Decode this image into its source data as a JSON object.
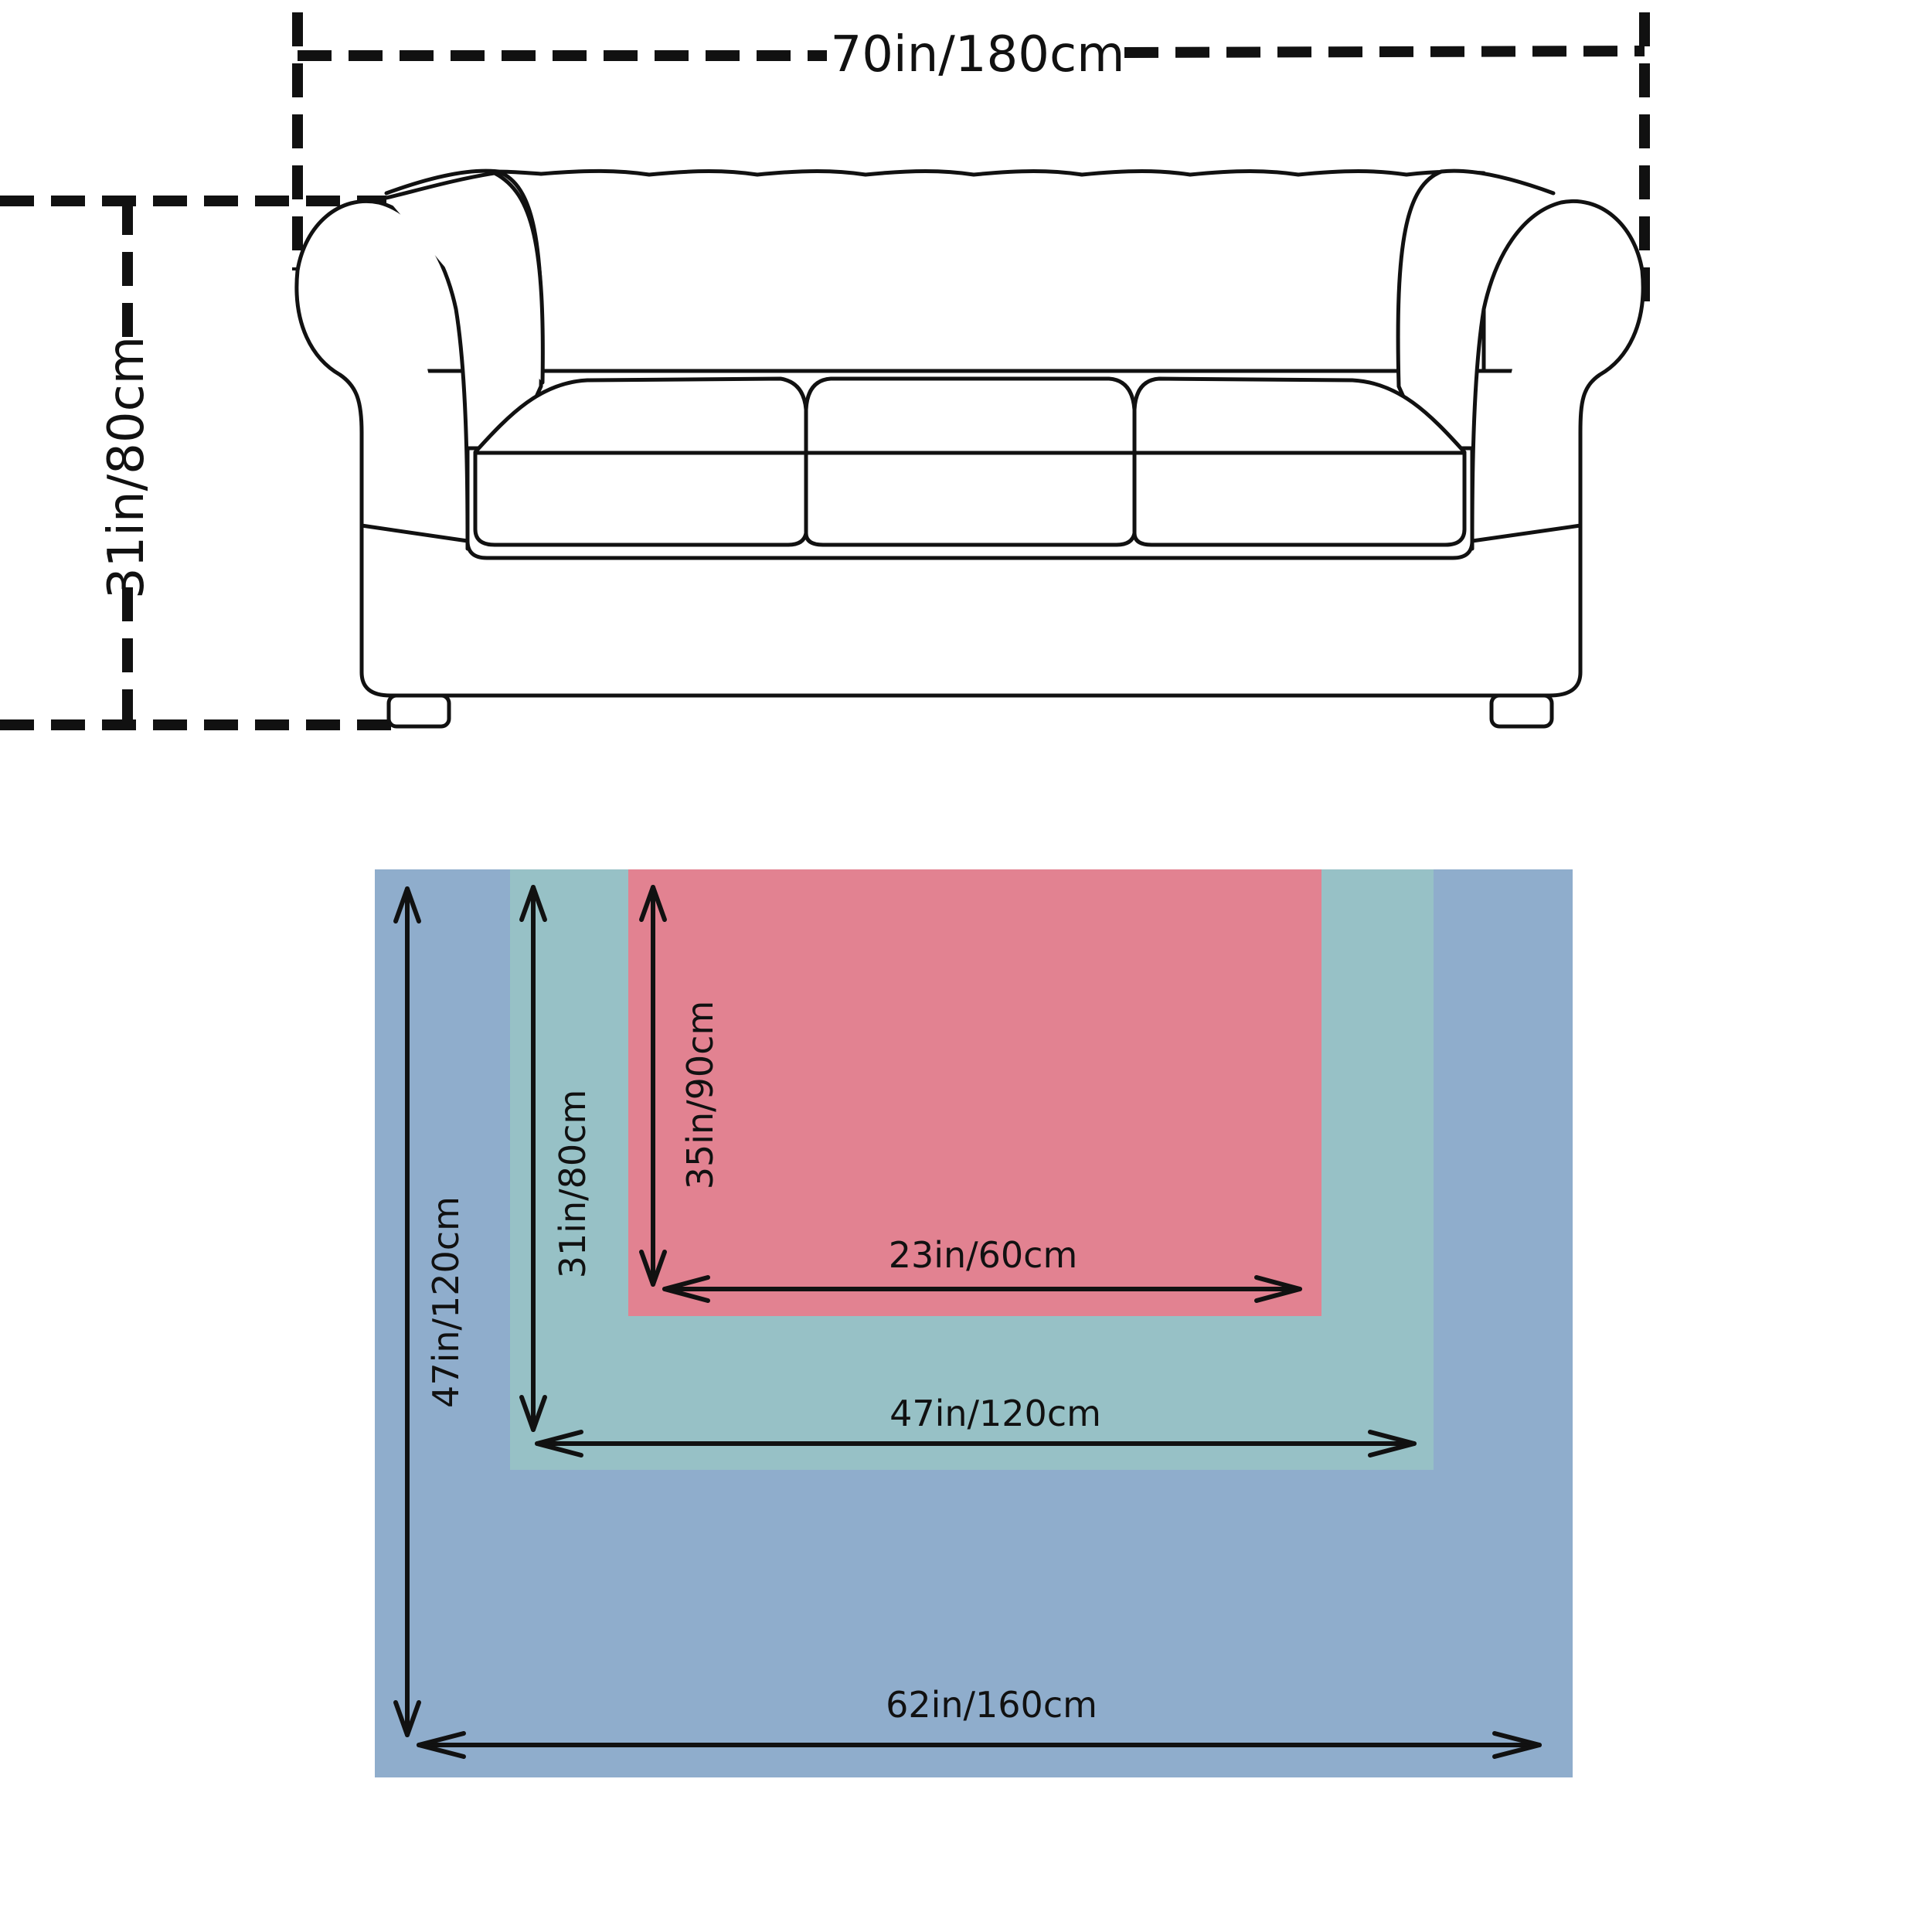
{
  "sofa": {
    "width_label": "70in/180cm",
    "height_label": "31in/80cm"
  },
  "sizes": [
    {
      "width_label": "62in/160cm",
      "height_label": "47in/120cm",
      "color": "#8FADCC"
    },
    {
      "width_label": "47in/120cm",
      "height_label": "31in/80cm",
      "color": "#97C1C6"
    },
    {
      "width_label": "23in/60cm",
      "height_label": "35in/90cm",
      "color": "#E28291"
    }
  ]
}
